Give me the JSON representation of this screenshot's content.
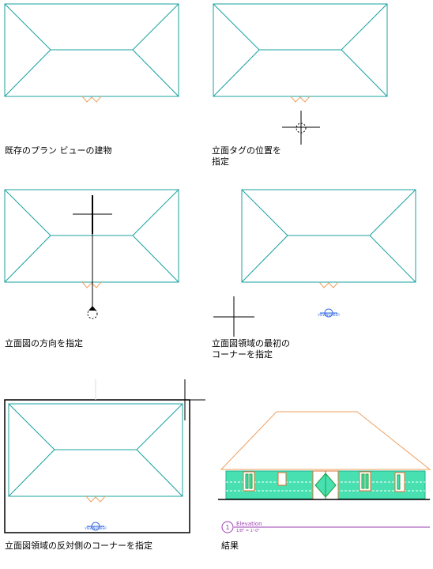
{
  "steps": [
    {
      "caption": "既存のプラン ビューの建物"
    },
    {
      "caption": "立面タグの位置を\n指定"
    },
    {
      "caption": "立面図の方向を指定"
    },
    {
      "caption": "立面図領域の最初の\nコーナーを指定"
    },
    {
      "caption": "立面図領域の反対側のコーナーを指定"
    },
    {
      "caption": "結果"
    }
  ],
  "tag_label": "VIEWNUMBER",
  "result": {
    "view_number": "1",
    "view_name": "Elevation",
    "scale": "1/8\" = 1'-0\""
  },
  "colors": {
    "roof_lines": "#1aa0a0",
    "door_marks": "#f0a060",
    "tag_blue": "#3a6ee0",
    "wall_fill": "#48e0b0",
    "roof_outline": "#f0a060",
    "label_purple": "#9b3fb0"
  }
}
